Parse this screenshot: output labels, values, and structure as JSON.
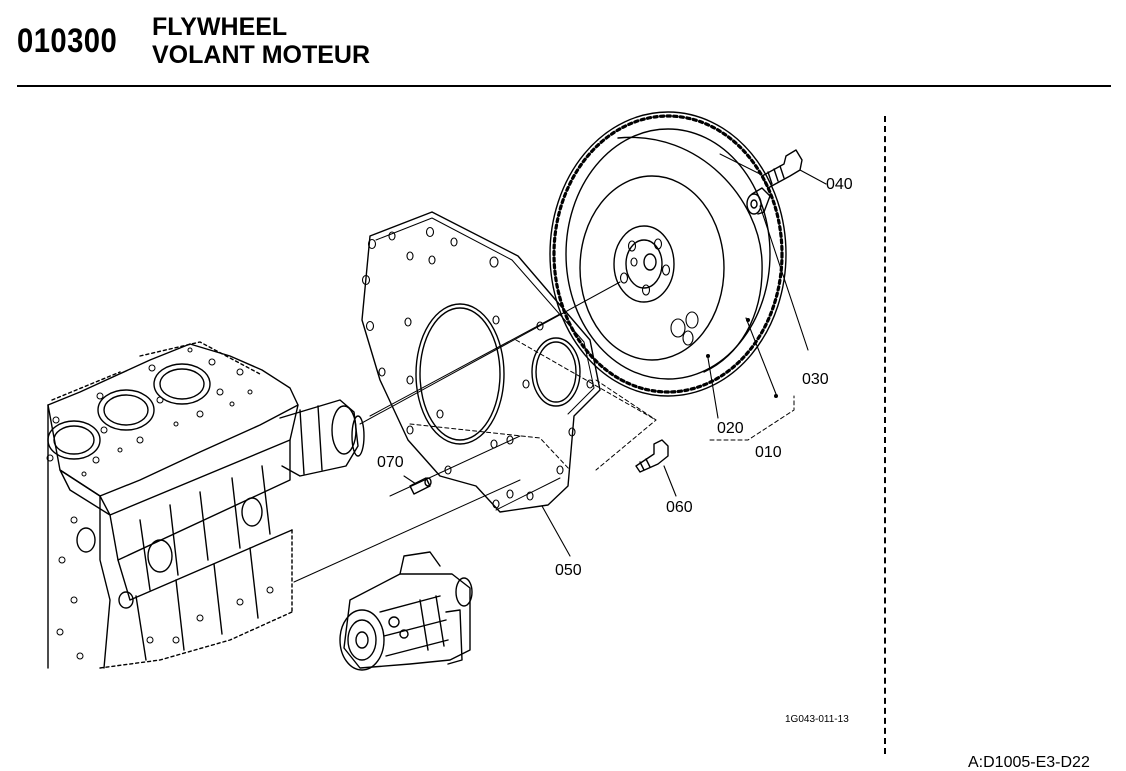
{
  "header": {
    "section_number": "010300",
    "title_en": "FLYWHEEL",
    "title_fr": "VOLANT MOTEUR"
  },
  "callouts": {
    "c010": "010",
    "c020": "020",
    "c030": "030",
    "c040": "040",
    "c050": "050",
    "c060": "060",
    "c070": "070"
  },
  "drawing_ref": "1G043-011-13",
  "page_id": "A:D1005-E3-D22"
}
